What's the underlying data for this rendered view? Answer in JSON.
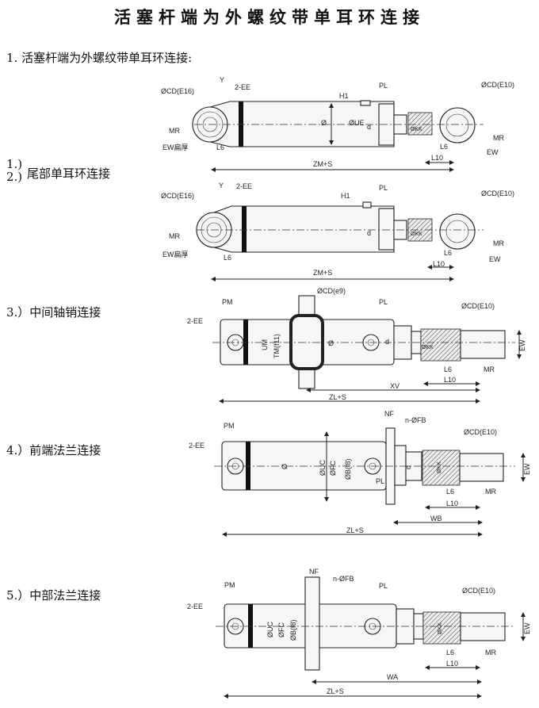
{
  "title": "活塞杆端为外螺纹带单耳环连接",
  "heading": "1. 活塞杆端为外螺纹带单耳环连接:",
  "rows": {
    "r1_num": "1.)",
    "r2_num": "2.)",
    "r2_label": "尾部单耳环连接",
    "r3_label": "3.）中间轴销连接",
    "r4_label": "4.）前端法兰连接",
    "r5_label": "5.）中部法兰连接"
  },
  "d1": {
    "cd_e16": "ØCD(E16)",
    "y": "Y",
    "ee": "2-EE",
    "mr_l": "MR",
    "ew_flat": "EW扁厚",
    "l6_l": "L6",
    "h1": "H1",
    "pl": "PL",
    "dia": "Ø",
    "ue": "ØUE",
    "d": "d",
    "kk": "ØKK",
    "cd_e10": "ØCD(E10)",
    "mr_r": "MR",
    "ew": "EW",
    "l6_r": "L6",
    "l10": "L10",
    "zm": "ZM+S"
  },
  "d2": {
    "cd_e16": "ØCD(E16)",
    "y": "Y",
    "ee": "2-EE",
    "mr_l": "MR",
    "ew_flat": "EW扁厚",
    "l6_l": "L6",
    "h1": "H1",
    "pl": "PL",
    "d": "d",
    "kk": "ØKK",
    "cd_e10": "ØCD(E10)",
    "mr_r": "MR",
    "ew": "EW",
    "l6_r": "L6",
    "l10": "L10",
    "zm": "ZM+S"
  },
  "d3": {
    "pm": "PM",
    "ee": "2-EE",
    "um": "UM",
    "tm": "TM(f11)",
    "cd_e9": "ØCD(e9)",
    "dia": "Ø",
    "pl": "PL",
    "d": "d",
    "kk": "ØKK",
    "cd_e10": "ØCD(E10)",
    "ew": "EW",
    "l6": "L6",
    "mr": "MR",
    "l10": "L10",
    "xv": "XV",
    "zl": "ZL+S"
  },
  "d4": {
    "pm": "PM",
    "ee": "2-EE",
    "dia": "Ø",
    "uc": "ØUC",
    "fc": "ØFC",
    "b": "ØB(f8)",
    "nf": "NF",
    "fb": "n-ØFB",
    "cd_e10": "ØCD(E10)",
    "d": "d",
    "kk": "ØKK",
    "ew": "EW",
    "pl": "PL",
    "l6": "L6",
    "mr": "MR",
    "l10": "L10",
    "wb": "WB",
    "zl": "ZL+S"
  },
  "d5": {
    "pm": "PM",
    "ee": "2-EE",
    "uc": "ØUC",
    "fc": "ØFC",
    "b": "ØB(f8)",
    "nf": "NF",
    "fb": "n-ØFB",
    "pl": "PL",
    "kk": "ØKK",
    "cd_e10": "ØCD(E10)",
    "ew": "EW",
    "l6": "L6",
    "mr": "MR",
    "l10": "L10",
    "wa": "WA",
    "zl": "ZL+S"
  }
}
